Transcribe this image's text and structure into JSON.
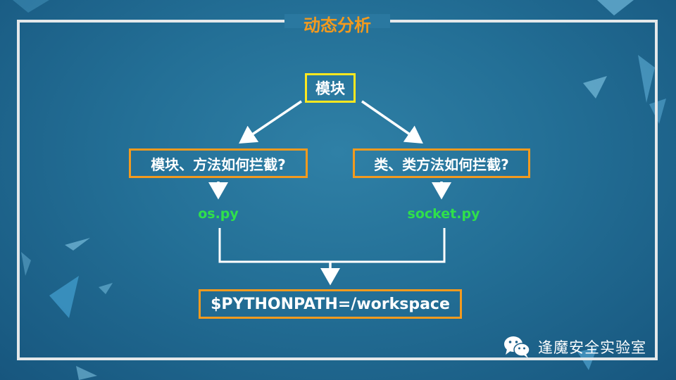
{
  "slide": {
    "title": "动态分析"
  },
  "diagram": {
    "root": "模块",
    "left_branch": "模块、方法如何拦截?",
    "right_branch": "类、类方法如何拦截?",
    "left_file": "os.py",
    "right_file": "socket.py",
    "bottom": "$PYTHONPATH=/workspace"
  },
  "watermark": {
    "text": "逢魔安全实验室",
    "icon": "wechat-icon"
  },
  "colors": {
    "title": "#f39a1e",
    "root_border": "#ffe81f",
    "box_border": "#f39a1e",
    "file_label": "#2fe04b",
    "connector": "#ffffff",
    "frame": "#e4e8ea"
  }
}
